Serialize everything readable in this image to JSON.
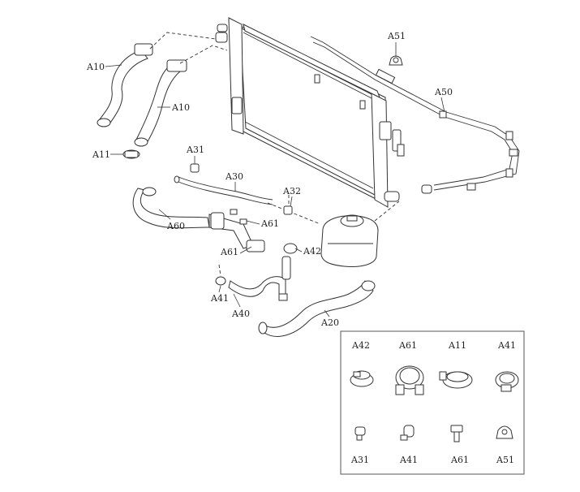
{
  "callouts": {
    "a10_upper": "A10",
    "a10_lower": "A10",
    "a11": "A11",
    "a31": "A31",
    "a30": "A30",
    "a32": "A32",
    "a60": "A60",
    "a61_right": "A61",
    "a61_left": "A61",
    "a42": "A42",
    "a41": "A41",
    "a40": "A40",
    "a20": "A20",
    "a51": "A51",
    "a50": "A50"
  },
  "legend": {
    "top_row": [
      "A42",
      "A61",
      "A11",
      "A41"
    ],
    "bottom_row": [
      "A31",
      "A41",
      "A61",
      "A51"
    ]
  }
}
